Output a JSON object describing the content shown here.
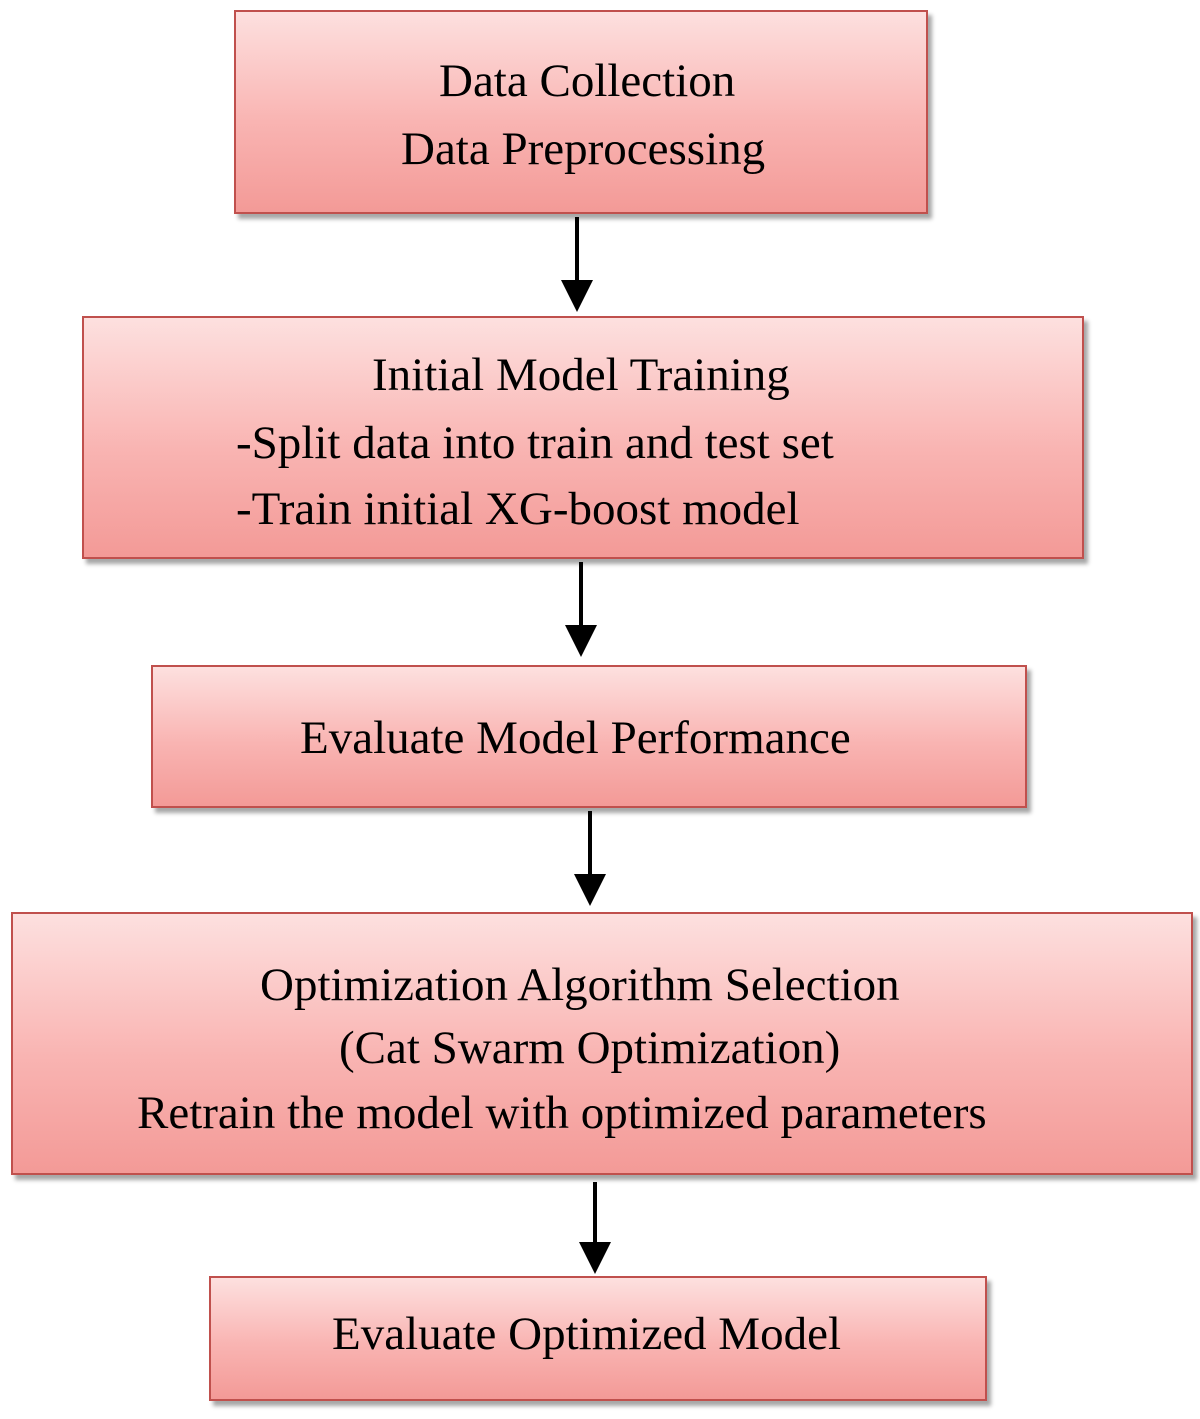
{
  "diagram": {
    "steps": [
      {
        "id": "data-collection",
        "lines": [
          "Data Collection",
          "Data Preprocessing"
        ]
      },
      {
        "id": "initial-model-training",
        "lines": [
          "Initial Model Training",
          "-Split data into train and test set",
          "-Train initial XG-boost model"
        ]
      },
      {
        "id": "evaluate-model-performance",
        "lines": [
          "Evaluate Model Performance"
        ]
      },
      {
        "id": "optimization-algorithm-selection",
        "lines": [
          "Optimization Algorithm Selection",
          "(Cat Swarm Optimization)",
          "Retrain the model with optimized parameters"
        ]
      },
      {
        "id": "evaluate-optimized-model",
        "lines": [
          "Evaluate Optimized Model"
        ]
      }
    ],
    "colors": {
      "box_fill_top": "#fde0df",
      "box_fill_bottom": "#f39a97",
      "box_border": "#c0504d",
      "arrow": "#000000",
      "text": "#000000"
    }
  }
}
